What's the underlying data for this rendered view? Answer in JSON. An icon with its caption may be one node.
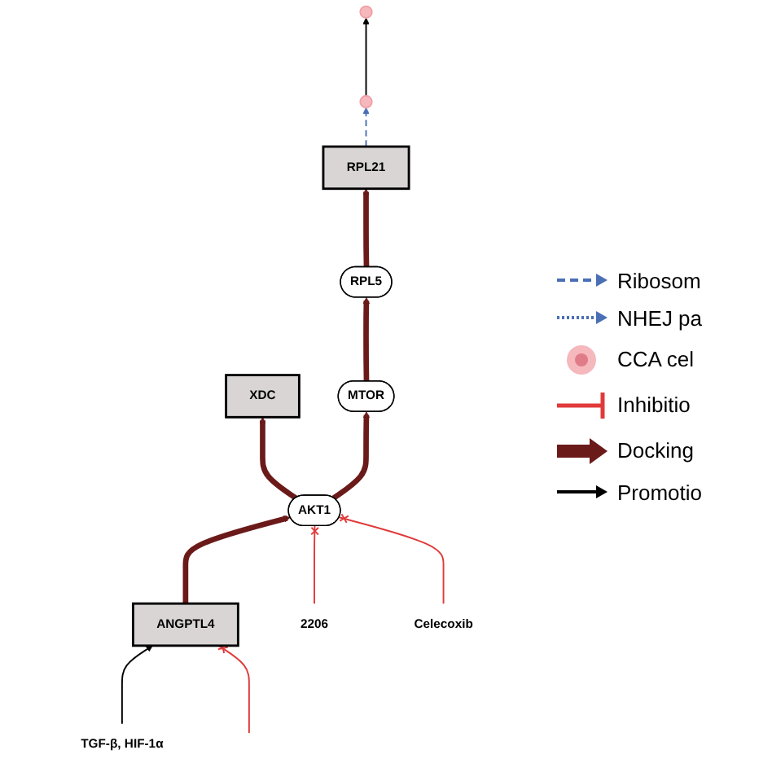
{
  "diagram": {
    "nodes": [
      {
        "text": [
          "RPL21"
        ]
      },
      {
        "text": [],
        "shape": "circle"
      },
      {
        "text": [],
        "shape": "circle"
      },
      {
        "text": [
          "RPL5"
        ]
      },
      {
        "text": [
          "XDC"
        ]
      },
      {
        "text": [
          "MTOR"
        ]
      },
      {
        "text": [
          "AKT1"
        ]
      },
      {
        "text": [
          "2206"
        ]
      },
      {
        "text": [
          "Celecoxib"
        ]
      },
      {
        "text": [
          "ANGPTL4"
        ]
      },
      {
        "text": [
          "TGF-β, HIF-1α"
        ]
      }
    ],
    "edges": [
      {
        "from": 0,
        "to": 2,
        "arrow": "to",
        "style": "dashed",
        "color": "#4a6fb5"
      },
      {
        "from": 2,
        "to": 1,
        "arrow": "to",
        "color": "#000000"
      },
      {
        "from": 3,
        "to": 0,
        "arrow": "to",
        "style": "thick"
      },
      {
        "from": 5,
        "to": 3,
        "arrow": "to",
        "style": "thick"
      },
      {
        "from": 6,
        "to": 5,
        "arrow": "to",
        "style": "thick"
      },
      {
        "from": 6,
        "to": 4,
        "arrow": "to",
        "style": "thick"
      },
      {
        "from": 9,
        "to": 6,
        "arrow": "to",
        "style": "thick"
      },
      {
        "from": 7,
        "to": 6,
        "arrow": "other",
        "color": "#e03a3a"
      },
      {
        "from": 8,
        "to": 6,
        "arrow": "other",
        "color": "#e03a3a"
      },
      {
        "from": 10,
        "to": 9,
        "arrow": "to",
        "color": "#000000"
      },
      {
        "from": null,
        "to": 9,
        "arrow": "other",
        "color": "#e03a3a"
      }
    ],
    "legend": [
      {
        "text": "Ribosom"
      },
      {
        "text": "NHEJ pa"
      },
      {
        "text": "CCA cel"
      },
      {
        "text": "Inhibitio"
      },
      {
        "text": "Docking"
      },
      {
        "text": "Promotio"
      }
    ]
  }
}
